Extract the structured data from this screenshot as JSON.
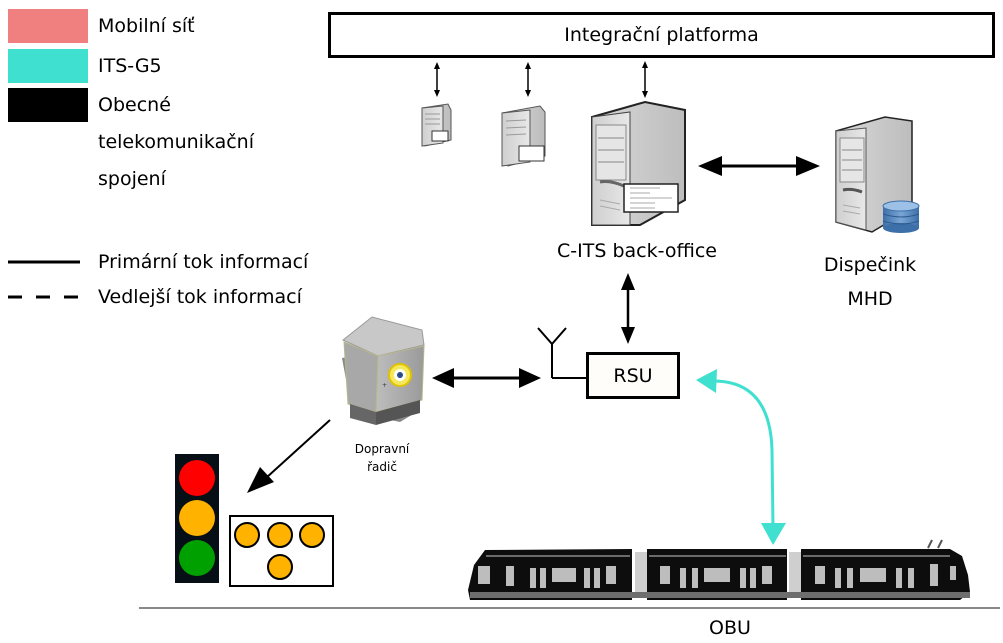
{
  "legend": {
    "colors": [
      {
        "label": "Mobilní síť",
        "color": "#f08080"
      },
      {
        "label": "ITS-G5",
        "color": "#40e0d0"
      },
      {
        "label": "Obecné",
        "color": "#000000"
      }
    ],
    "continuation_lines": [
      "telekomunikační",
      "spojení"
    ],
    "line_styles": [
      {
        "label": "Primární tok informací",
        "style": "solid"
      },
      {
        "label": "Vedlejší tok informací",
        "style": "dashed"
      }
    ]
  },
  "nodes": {
    "platform": "Integrační platforma",
    "backoffice": "C-ITS back-office",
    "dispatch_line1": "Dispečink",
    "dispatch_line2": "MHD",
    "rsu": "RSU",
    "controller_line1": "Dopravní",
    "controller_line2": "řadič",
    "obu": "OBU"
  },
  "colors": {
    "mobile": "#f08080",
    "its_g5": "#40e0d0",
    "general": "#000000",
    "signal_red": "#ff0000",
    "signal_amber": "#ffb300",
    "signal_green": "#00a000"
  }
}
